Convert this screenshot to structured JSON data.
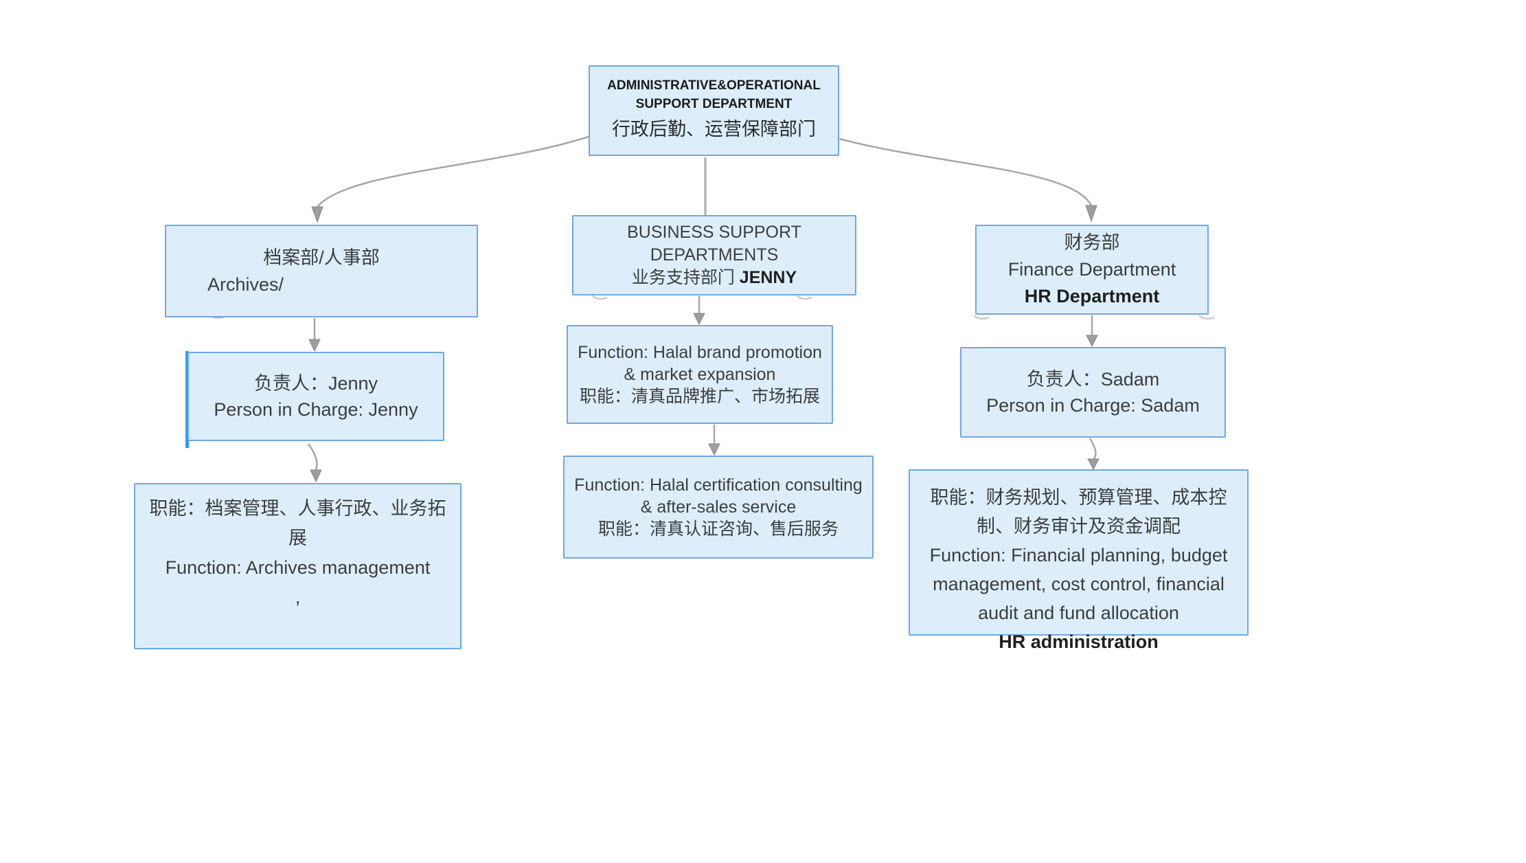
{
  "colors": {
    "box_fill": "#ddeefa",
    "box_border": "#6fa8e0",
    "connector_gray": "#a6a6a6",
    "selection_blue": "#2d9cff",
    "text": "#3d3d3d"
  },
  "nodes": {
    "root": {
      "title_en": "ADMINISTRATIVE&OPERATIONAL SUPPORT DEPARTMENT",
      "title_zh": "行政后勤、运营保障部门"
    },
    "archives_dept": {
      "line1": "档案部/人事部",
      "line2": "Archives/"
    },
    "archives_pic": {
      "line1": "负责人：Jenny",
      "line2": "Person in Charge: Jenny"
    },
    "archives_function": {
      "line1": "职能：档案管理、人事行政、业务拓展",
      "line2": "Function: Archives management",
      "line3": ","
    },
    "business_dept": {
      "line1": "BUSINESS SUPPORT DEPARTMENTS",
      "line2": "业务支持部门",
      "line2_bold": "JENNY"
    },
    "business_function1": {
      "line1": "Function: Halal brand promotion & market expansion",
      "line2": "职能：清真品牌推广、市场拓展"
    },
    "business_function2": {
      "line1": "Function: Halal certification consulting & after-sales service",
      "line2": "职能：清真认证咨询、售后服务"
    },
    "finance_dept": {
      "line1": "财务部",
      "line2": "Finance Department",
      "line3": "HR Department"
    },
    "finance_pic": {
      "line1": "负责人：Sadam",
      "line2": "Person in Charge: Sadam"
    },
    "finance_function": {
      "line1": "职能：财务规划、预算管理、成本控制、财务审计及资金调配",
      "line2": "Function: Financial planning, budget management, cost control, financial audit and fund allocation",
      "line3": "HR administration"
    }
  },
  "edges": [
    {
      "from": "root",
      "to": "archives_dept",
      "style": "curved-arrow"
    },
    {
      "from": "root",
      "to": "business_dept",
      "style": "straight-line"
    },
    {
      "from": "root",
      "to": "finance_dept",
      "style": "curved-arrow"
    },
    {
      "from": "archives_dept",
      "to": "archives_pic",
      "style": "straight-arrow"
    },
    {
      "from": "archives_pic",
      "to": "archives_function",
      "style": "curved-arrow"
    },
    {
      "from": "business_dept",
      "to": "business_function1",
      "style": "straight-arrow"
    },
    {
      "from": "business_function1",
      "to": "business_function2",
      "style": "straight-arrow"
    },
    {
      "from": "finance_dept",
      "to": "finance_pic",
      "style": "straight-arrow"
    },
    {
      "from": "finance_pic",
      "to": "finance_function",
      "style": "curved-arrow"
    }
  ]
}
